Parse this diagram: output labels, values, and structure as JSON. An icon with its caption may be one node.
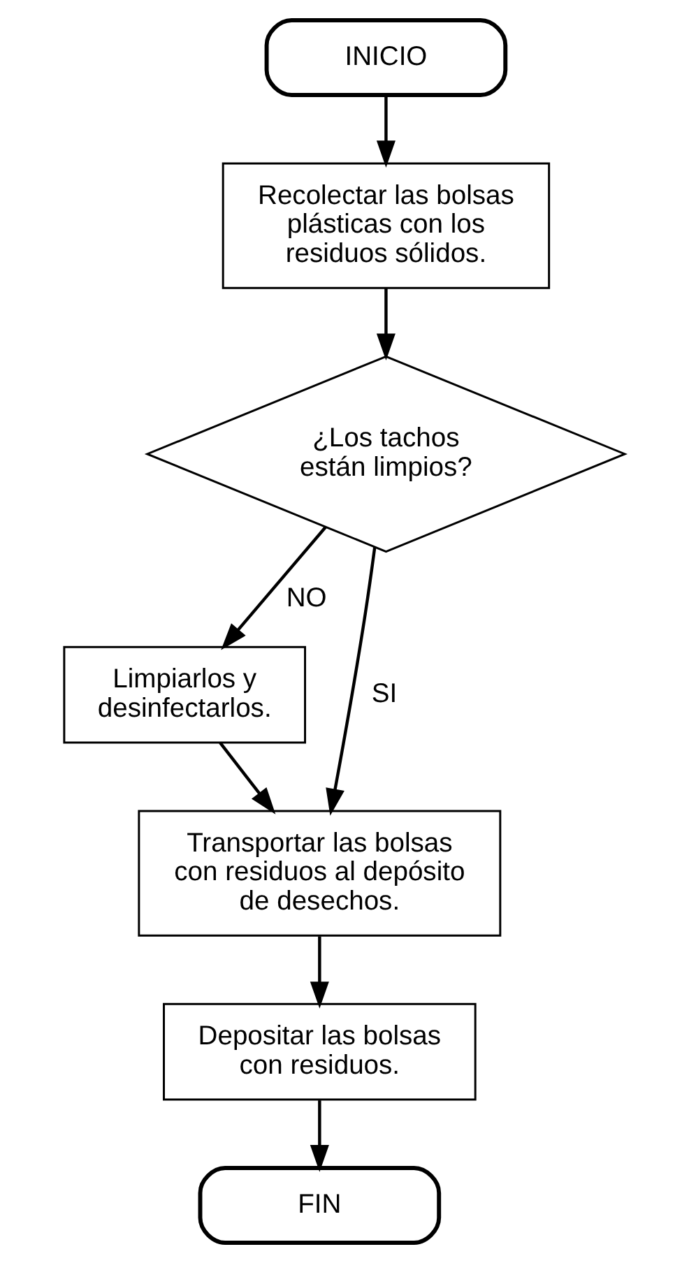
{
  "diagram": {
    "nodes": [
      {
        "text": [
          "INICIO"
        ]
      },
      {
        "text": [
          "Recolectar las bolsas plásticas con los residuos sólidos."
        ]
      },
      {
        "text": [
          "¿Los tachos están limpios?"
        ]
      },
      {
        "text": [
          "Limpiarlos y desinfectarlos."
        ]
      },
      {
        "text": [
          "Transportar las bolsas con residuos al depósito de desechos."
        ]
      },
      {
        "text": [
          "Depositar las bolsas con residuos."
        ]
      },
      {
        "text": [
          "FIN"
        ]
      }
    ],
    "edges": [
      {
        "from": 0,
        "to": 1,
        "arrow": "to"
      },
      {
        "from": 1,
        "to": 2,
        "arrow": "to"
      },
      {
        "from": 2,
        "to": 3,
        "arrow": "to",
        "label": "NO"
      },
      {
        "from": 2,
        "to": 4,
        "arrow": "to",
        "label": "SI"
      },
      {
        "from": 3,
        "to": 4,
        "arrow": "to"
      },
      {
        "from": 4,
        "to": 5,
        "arrow": "to"
      },
      {
        "from": 5,
        "to": 6,
        "arrow": "to"
      }
    ]
  }
}
